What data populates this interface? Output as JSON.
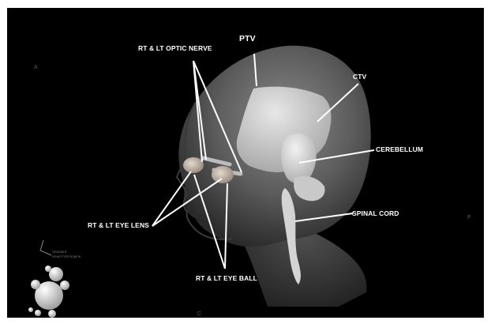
{
  "labels": {
    "optic_nerve": "RT & LT OPTIC NERVE",
    "ptv": "PTV",
    "ctv": "CTV",
    "cerebellum": "CEREBELLUM",
    "eye_lens": "RT & LT EYE LENS",
    "spinal_cord": "SPINAL CORD",
    "eye_ball": "RT & LT EYE BALL"
  },
  "orientation": {
    "anterior": "A",
    "posterior": "P",
    "caudal": "C"
  },
  "orientation_widget": {
    "line1": "Standard",
    "line2": "Head First-Supine"
  },
  "colors": {
    "background": "#000000",
    "head_surface": "#5f5f5f",
    "structures": "#d9d9d9",
    "annotation": "#ffffff"
  }
}
